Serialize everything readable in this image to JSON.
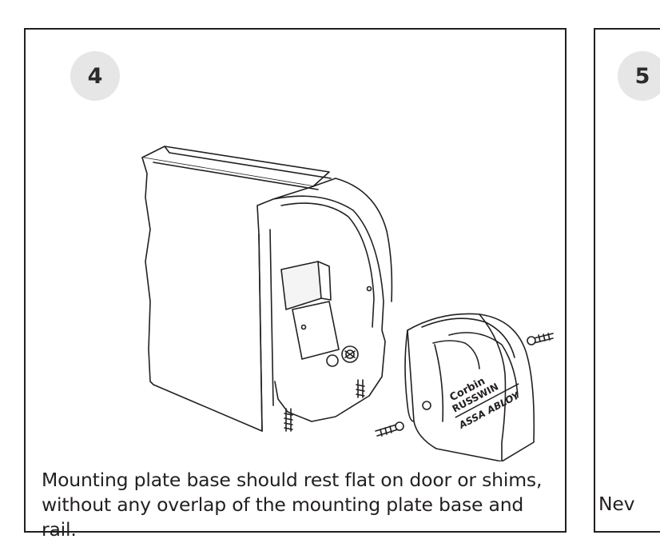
{
  "steps": [
    {
      "number": "4",
      "caption": "Mounting plate base should rest flat on door or shims, without any overlap of the mounting plate base and rail.",
      "illustration": {
        "logo_lines": [
          "Corbin",
          "RUSSWIN",
          "ASSA ABLOY"
        ]
      }
    },
    {
      "number": "5",
      "caption": "Nev"
    }
  ]
}
